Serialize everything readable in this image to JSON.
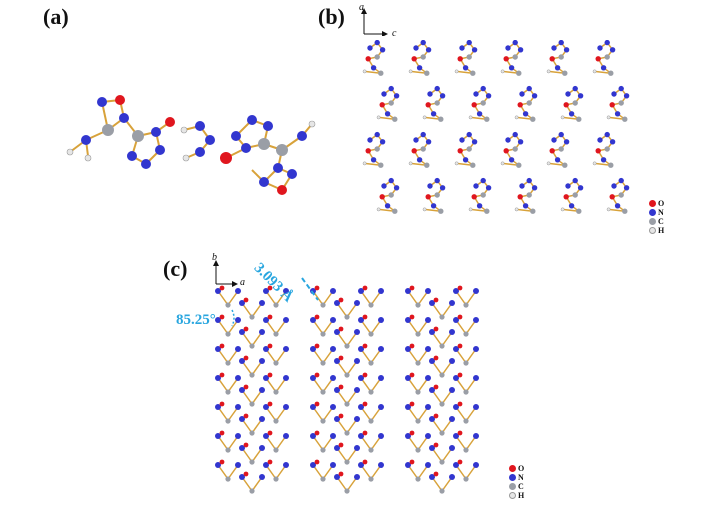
{
  "panels": {
    "a": {
      "label": "(a)"
    },
    "b": {
      "label": "(b)",
      "axes": {
        "vertical": "a",
        "horizontal": "c"
      }
    },
    "c": {
      "label": "(c)",
      "axes": {
        "vertical": "b",
        "horizontal": "a"
      },
      "annotations": {
        "distance": "3.093 Å",
        "angle": "85.25°"
      }
    }
  },
  "legend": [
    {
      "symbol": "O",
      "color": "#e0161e"
    },
    {
      "symbol": "N",
      "color": "#3236cf"
    },
    {
      "symbol": "C",
      "color": "#9a9ea6"
    },
    {
      "symbol": "H",
      "color": "#e6e6e6"
    }
  ],
  "colors": {
    "bond": "#d8a23a",
    "annotation": "#29a6df"
  }
}
